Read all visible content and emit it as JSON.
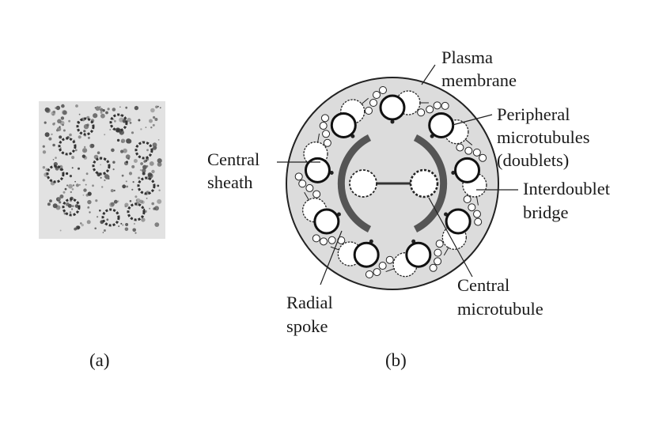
{
  "panel_a": {
    "caption": "(a)",
    "image": "electron-micrograph-cilium-cross-section"
  },
  "panel_b": {
    "caption": "(b)",
    "labels": {
      "plasma_membrane": [
        "Plasma",
        "membrane"
      ],
      "peripheral_microtubules": [
        "Peripheral",
        "microtubules",
        "(doublets)"
      ],
      "central_sheath": [
        "Central",
        "sheath"
      ],
      "interdoublet_bridge": [
        "Interdoublet",
        "bridge"
      ],
      "radial_spoke": [
        "Radial",
        "spoke"
      ],
      "central_microtubule": [
        "Central",
        "microtubule"
      ]
    },
    "structure": {
      "peripheral_doublet_count": 9,
      "central_microtubule_count": 2
    }
  },
  "colors": {
    "membrane_fill": "#dcdcdc",
    "outline": "#222222",
    "tubule_fill": "#ffffff",
    "sheath": "#555555",
    "micrograph_bg": "#e2e2e2"
  }
}
